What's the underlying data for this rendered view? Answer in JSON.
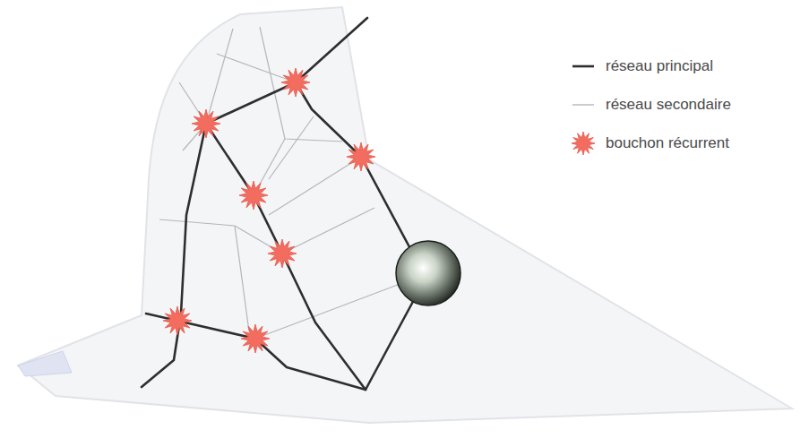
{
  "diagram": {
    "legend": [
      {
        "text": "réseau principal"
      },
      {
        "text": "réseau secondaire"
      },
      {
        "text": "bouchon récurrent"
      }
    ]
  }
}
